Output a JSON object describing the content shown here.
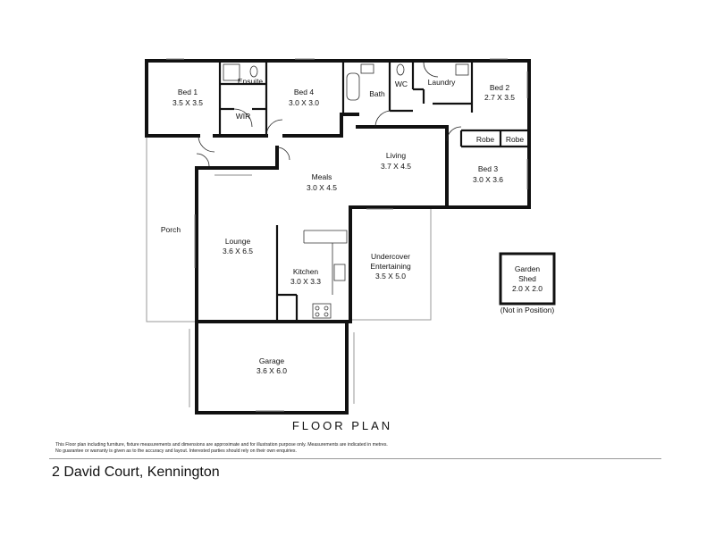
{
  "rooms": {
    "bed1": {
      "name": "Bed 1",
      "dims": "3.5 X 3.5"
    },
    "ensuite": {
      "name": "Ensuite"
    },
    "wir": {
      "name": "WIR"
    },
    "bed4": {
      "name": "Bed 4",
      "dims": "3.0 X 3.0"
    },
    "bath": {
      "name": "Bath"
    },
    "wc": {
      "name": "WC"
    },
    "laundry": {
      "name": "Laundry"
    },
    "bed2": {
      "name": "Bed 2",
      "dims": "2.7 X 3.5"
    },
    "robe1": {
      "name": "Robe"
    },
    "robe2": {
      "name": "Robe"
    },
    "bed3": {
      "name": "Bed 3",
      "dims": "3.0 X 3.6"
    },
    "living": {
      "name": "Living",
      "dims": "3.7 X 4.5"
    },
    "meals": {
      "name": "Meals",
      "dims": "3.0 X 4.5"
    },
    "porch": {
      "name": "Porch"
    },
    "lounge": {
      "name": "Lounge",
      "dims": "3.6 X 6.5"
    },
    "kitchen": {
      "name": "Kitchen",
      "dims": "3.0 X 3.3"
    },
    "entertaining": {
      "name_line1": "Undercover",
      "name_line2": "Entertaining",
      "dims": "3.5 X 5.0"
    },
    "garage": {
      "name": "Garage",
      "dims": "3.6 X 6.0"
    },
    "shed": {
      "name_line1": "Garden",
      "name_line2": "Shed",
      "dims": "2.0 X 2.0",
      "note": "(Not in Position)"
    }
  },
  "plan_title": "FLOOR PLAN",
  "disclaimer": {
    "line1": "This Floor plan including furniture, fixture measurements and dimensions are approximate and for illustration purpose only. Measurements are indicated in metres.",
    "line2": "No guarantee or warranty is given as to the accuracy and layout. Interested parties should rely on their own enquiries."
  },
  "address": "2 David Court, Kennington"
}
